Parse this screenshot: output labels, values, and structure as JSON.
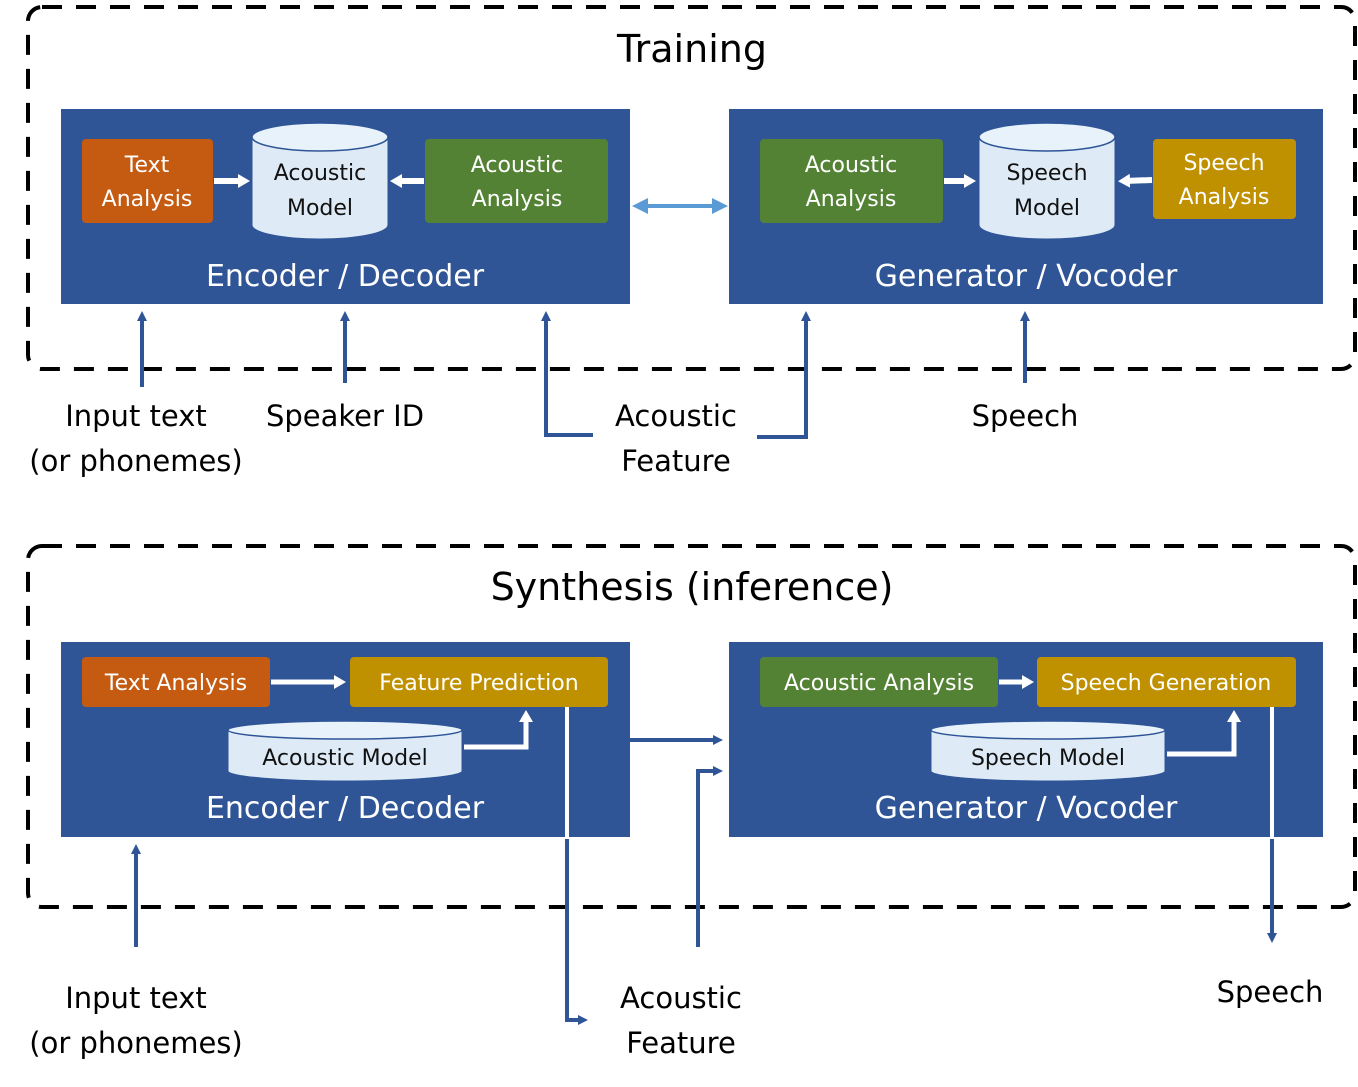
{
  "colors": {
    "block": "#2F5597",
    "text_analysis": "#C55A11",
    "acoustic_analysis": "#548235",
    "gold": "#BF9000",
    "db_fill": "#DEEBF7",
    "arrow": "#2F5597",
    "bidir_arrow": "#5B9BD5",
    "dashed": "#000000"
  },
  "training": {
    "title": "Training",
    "encoder": {
      "label": "Encoder / Decoder",
      "text_analysis": [
        "Text",
        "Analysis"
      ],
      "acoustic_model": [
        "Acoustic",
        "Model"
      ],
      "acoustic_analysis": [
        "Acoustic",
        "Analysis"
      ]
    },
    "generator": {
      "label": "Generator / Vocoder",
      "acoustic_analysis": [
        "Acoustic",
        "Analysis"
      ],
      "speech_model": [
        "Speech",
        "Model"
      ],
      "speech_analysis": [
        "Speech",
        "Analysis"
      ]
    },
    "inputs": {
      "input_text": [
        "Input text",
        "(or phonemes)"
      ],
      "speaker_id": "Speaker ID",
      "acoustic_feature": [
        "Acoustic",
        "Feature"
      ],
      "speech": "Speech"
    }
  },
  "synthesis": {
    "title": "Synthesis (inference)",
    "encoder": {
      "label": "Encoder / Decoder",
      "text_analysis": "Text Analysis",
      "feature_prediction": "Feature Prediction",
      "acoustic_model": "Acoustic Model"
    },
    "generator": {
      "label": "Generator / Vocoder",
      "acoustic_analysis": "Acoustic Analysis",
      "speech_generation": "Speech Generation",
      "speech_model": "Speech Model"
    },
    "io": {
      "input_text": [
        "Input text",
        "(or phonemes)"
      ],
      "acoustic_feature": [
        "Acoustic",
        "Feature"
      ],
      "speech": "Speech"
    }
  }
}
